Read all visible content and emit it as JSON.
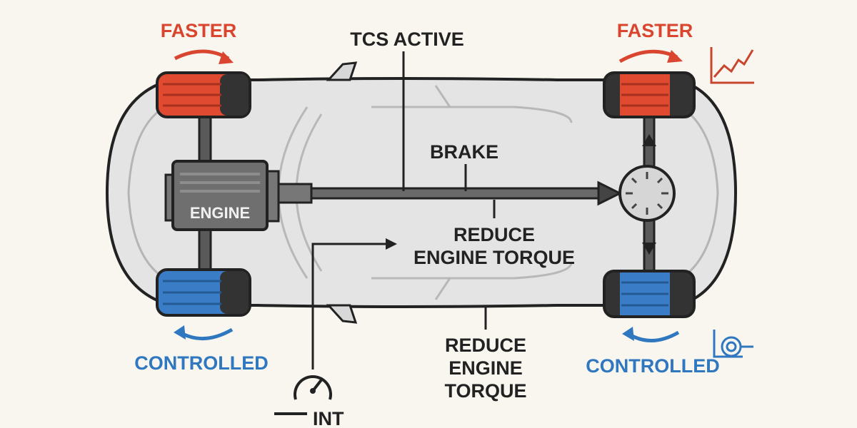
{
  "labels": {
    "tcs_active": "TCS ACTIVE",
    "brake": "BRAKE",
    "reduce_torque_center_line1": "REDUCE",
    "reduce_torque_center_line2": "ENGINE TORQUE",
    "reduce_torque_bottom_line1": "REDUCE",
    "reduce_torque_bottom_line2": "ENGINE",
    "reduce_torque_bottom_line3": "TORQUE",
    "faster_left": "FASTER",
    "faster_right": "FASTER",
    "controlled_left": "CONTROLLED",
    "controlled_right": "CONTROLLED",
    "engine": "ENGINE",
    "gauge_caption": "INT"
  },
  "colors": {
    "faster": "#d9452e",
    "controlled": "#2f78c0",
    "outline": "#222222",
    "car_body": "#e4e4e4",
    "engine": "#6f6f6f",
    "background": "#f8f6ef"
  },
  "icons": {
    "graph": "rising-line-graph-icon",
    "sensor": "wheel-speed-sensor-icon",
    "gauge": "speedometer-gauge-icon",
    "differential": "differential-icon"
  }
}
